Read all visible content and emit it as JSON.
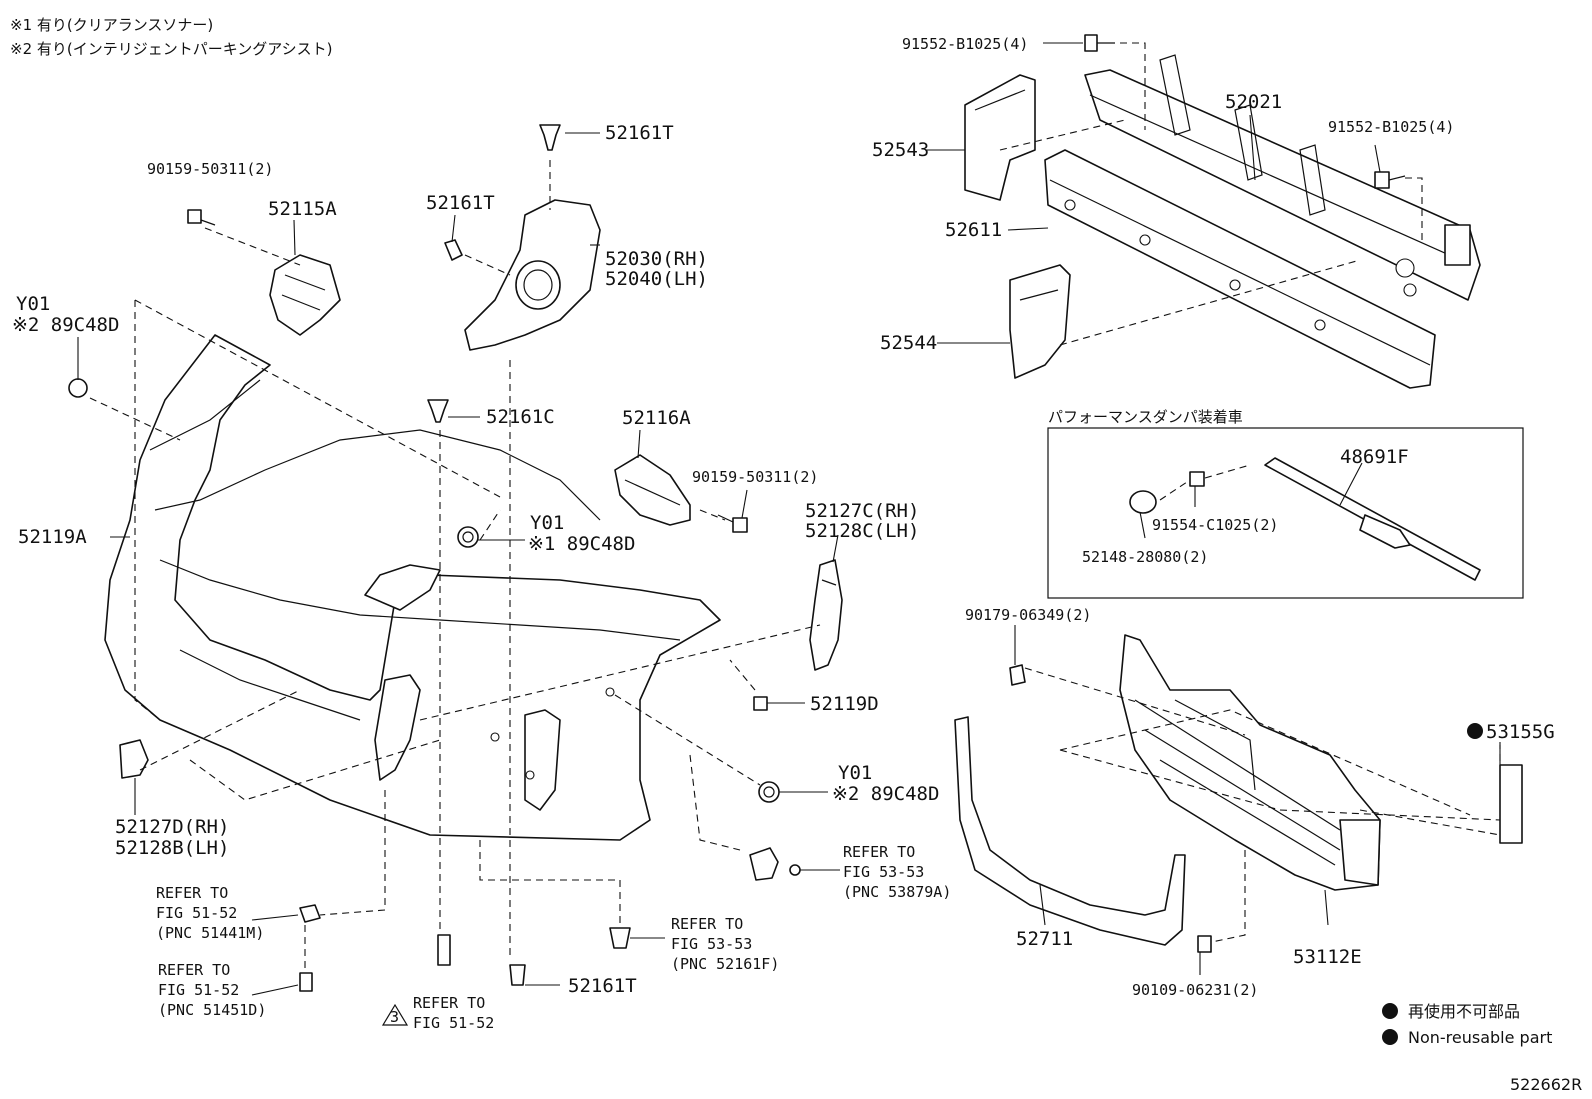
{
  "notes": {
    "note1": "※1 有り(クリアランスソナー)",
    "note2": "※2 有り(インテリジェントパーキングアシスト)"
  },
  "parts": {
    "p91552_top": "91552-B1025(4)",
    "p52021": "52021",
    "p91552_right": "91552-B1025(4)",
    "p52543": "52543",
    "p52611": "52611",
    "p52544": "52544",
    "p52161T_top": "52161T",
    "p52161T_mid": "52161T",
    "p52030": "52030(RH)",
    "p52040": "52040(LH)",
    "p90159_left": "90159-50311(2)",
    "p52115A": "52115A",
    "y01_left": "Y01",
    "p89C48D_left": "※2 89C48D",
    "p52161C": "52161C",
    "p52116A": "52116A",
    "p90159_mid": "90159-50311(2)",
    "y01_mid": "Y01",
    "p89C48D_mid": "※1 89C48D",
    "p52127C": "52127C(RH)",
    "p52128C": "52128C(LH)",
    "p52119A": "52119A",
    "p52119D": "52119D",
    "y01_right": "Y01",
    "p89C48D_right": "※2 89C48D",
    "p52127D": "52127D(RH)",
    "p52128B": "52128B(LH)",
    "p52161T_bottom": "52161T",
    "p90179": "90179-06349(2)",
    "p53155G": "53155G",
    "p52711": "52711",
    "p53112E": "53112E",
    "p90109": "90109-06231(2)"
  },
  "damper_box": {
    "title": "パフォーマンスダンパ装着車",
    "p48691F": "48691F",
    "p91554": "91554-C1025(2)",
    "p52148": "52148-28080(2)"
  },
  "refs": {
    "ref_53_53_a": {
      "l1": "REFER TO",
      "l2": "FIG 53-53",
      "l3": "(PNC 53879A)"
    },
    "ref_53_53_b": {
      "l1": "REFER TO",
      "l2": "FIG 53-53",
      "l3": "(PNC 52161F)"
    },
    "ref_51_52_a": {
      "l1": "REFER TO",
      "l2": "FIG 51-52",
      "l3": "(PNC 51441M)"
    },
    "ref_51_52_b": {
      "l1": "REFER TO",
      "l2": "FIG 51-52",
      "l3": "(PNC 51451D)"
    },
    "ref_51_52_c": {
      "l1": "REFER TO",
      "l2": "FIG 51-52",
      "tri": "3"
    }
  },
  "legend": {
    "jp": "再使用不可部品",
    "en": "Non-reusable part"
  },
  "diagram_id": "522662R"
}
